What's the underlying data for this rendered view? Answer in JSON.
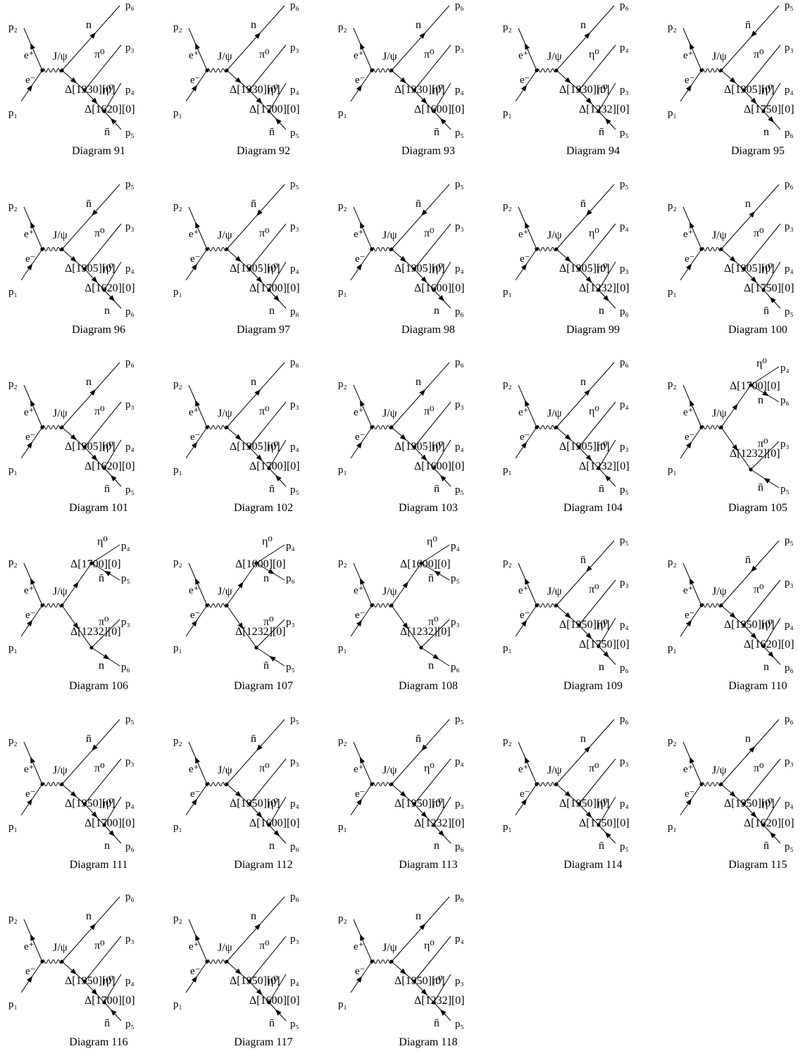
{
  "labels": {
    "p1": "p₁",
    "p2": "p₂",
    "em": "e⁻",
    "ep": "e⁺",
    "jpsi": "J/ψ",
    "caption_prefix": "Diagram"
  },
  "particles": {
    "n": "n",
    "nbar": "n̄",
    "pi0": "π⁰",
    "eta0": "η⁰",
    "p3": "p₃",
    "p4": "p₄",
    "p5": "p₅",
    "p6": "p₆"
  },
  "diagrams": [
    {
      "number": "91",
      "type": "chain",
      "top": [
        "n",
        "p6"
      ],
      "mes1": [
        "π⁰",
        "p3"
      ],
      "D1": "Δ[1930][0]",
      "mes2": [
        "η⁰",
        "p4"
      ],
      "D2": "Δ[1620][0]",
      "bot": [
        "n̄",
        "p5"
      ],
      "top_dir": "out",
      "bot_dir": "in"
    },
    {
      "number": "92",
      "type": "chain",
      "top": [
        "n",
        "p6"
      ],
      "mes1": [
        "π⁰",
        "p3"
      ],
      "D1": "Δ[1930][0]",
      "mes2": [
        "η⁰",
        "p4"
      ],
      "D2": "Δ[1700][0]",
      "bot": [
        "n̄",
        "p5"
      ],
      "top_dir": "out",
      "bot_dir": "in"
    },
    {
      "number": "93",
      "type": "chain",
      "top": [
        "n",
        "p6"
      ],
      "mes1": [
        "π⁰",
        "p3"
      ],
      "D1": "Δ[1930][0]",
      "mes2": [
        "η⁰",
        "p4"
      ],
      "D2": "Δ[1600][0]",
      "bot": [
        "n̄",
        "p5"
      ],
      "top_dir": "out",
      "bot_dir": "in"
    },
    {
      "number": "94",
      "type": "chain",
      "top": [
        "n",
        "p6"
      ],
      "mes1": [
        "η⁰",
        "p4"
      ],
      "D1": "Δ[1930][0]",
      "mes2": [
        "π⁰",
        "p3"
      ],
      "D2": "Δ[1232][0]",
      "bot": [
        "n̄",
        "p5"
      ],
      "top_dir": "out",
      "bot_dir": "in"
    },
    {
      "number": "95",
      "type": "chain",
      "top": [
        "n̄",
        "p5"
      ],
      "mes1": [
        "π⁰",
        "p3"
      ],
      "D1": "Δ[1905][0]",
      "mes2": [
        "η⁰",
        "p4"
      ],
      "D2": "Δ[1750][0]",
      "bot": [
        "n",
        "p6"
      ],
      "top_dir": "in",
      "bot_dir": "out"
    },
    {
      "number": "96",
      "type": "chain",
      "top": [
        "n̄",
        "p5"
      ],
      "mes1": [
        "π⁰",
        "p3"
      ],
      "D1": "Δ[1905][0]",
      "mes2": [
        "η⁰",
        "p4"
      ],
      "D2": "Δ[1620][0]",
      "bot": [
        "n",
        "p6"
      ],
      "top_dir": "in",
      "bot_dir": "out"
    },
    {
      "number": "97",
      "type": "chain",
      "top": [
        "n̄",
        "p5"
      ],
      "mes1": [
        "π⁰",
        "p3"
      ],
      "D1": "Δ[1905][0]",
      "mes2": [
        "η⁰",
        "p4"
      ],
      "D2": "Δ[1700][0]",
      "bot": [
        "n",
        "p6"
      ],
      "top_dir": "in",
      "bot_dir": "out"
    },
    {
      "number": "98",
      "type": "chain",
      "top": [
        "n̄",
        "p5"
      ],
      "mes1": [
        "π⁰",
        "p3"
      ],
      "D1": "Δ[1905][0]",
      "mes2": [
        "η⁰",
        "p4"
      ],
      "D2": "Δ[1600][0]",
      "bot": [
        "n",
        "p6"
      ],
      "top_dir": "in",
      "bot_dir": "out"
    },
    {
      "number": "99",
      "type": "chain",
      "top": [
        "n̄",
        "p5"
      ],
      "mes1": [
        "η⁰",
        "p4"
      ],
      "D1": "Δ[1905][0]",
      "mes2": [
        "π⁰",
        "p3"
      ],
      "D2": "Δ[1232][0]",
      "bot": [
        "n",
        "p6"
      ],
      "top_dir": "in",
      "bot_dir": "out"
    },
    {
      "number": "100",
      "type": "chain",
      "top": [
        "n",
        "p6"
      ],
      "mes1": [
        "π⁰",
        "p3"
      ],
      "D1": "Δ[1905][0]",
      "mes2": [
        "η⁰",
        "p4"
      ],
      "D2": "Δ[1750][0]",
      "bot": [
        "n̄",
        "p5"
      ],
      "top_dir": "out",
      "bot_dir": "in"
    },
    {
      "number": "101",
      "type": "chain",
      "top": [
        "n",
        "p6"
      ],
      "mes1": [
        "π⁰",
        "p3"
      ],
      "D1": "Δ[1905][0]",
      "mes2": [
        "η⁰",
        "p4"
      ],
      "D2": "Δ[1620][0]",
      "bot": [
        "n̄",
        "p5"
      ],
      "top_dir": "out",
      "bot_dir": "in"
    },
    {
      "number": "102",
      "type": "chain",
      "top": [
        "n",
        "p6"
      ],
      "mes1": [
        "π⁰",
        "p3"
      ],
      "D1": "Δ[1905][0]",
      "mes2": [
        "η⁰",
        "p4"
      ],
      "D2": "Δ[1700][0]",
      "bot": [
        "n̄",
        "p5"
      ],
      "top_dir": "out",
      "bot_dir": "in"
    },
    {
      "number": "103",
      "type": "chain",
      "top": [
        "n",
        "p6"
      ],
      "mes1": [
        "π⁰",
        "p3"
      ],
      "D1": "Δ[1905][0]",
      "mes2": [
        "η⁰",
        "p4"
      ],
      "D2": "Δ[1600][0]",
      "bot": [
        "n̄",
        "p5"
      ],
      "top_dir": "out",
      "bot_dir": "in"
    },
    {
      "number": "104",
      "type": "chain",
      "top": [
        "n",
        "p6"
      ],
      "mes1": [
        "η⁰",
        "p4"
      ],
      "D1": "Δ[1905][0]",
      "mes2": [
        "π⁰",
        "p3"
      ],
      "D2": "Δ[1232][0]",
      "bot": [
        "n̄",
        "p5"
      ],
      "top_dir": "out",
      "bot_dir": "in"
    },
    {
      "number": "105",
      "type": "split",
      "upMes": [
        "η⁰",
        "p4"
      ],
      "D1": "Δ[1700][0]",
      "upBar": [
        "n",
        "p6"
      ],
      "upBar_dir": "out",
      "loMes": [
        "π⁰",
        "p3"
      ],
      "D2": "Δ[1232][0]",
      "loBar": [
        "n̄",
        "p5"
      ],
      "loBar_dir": "in"
    },
    {
      "number": "106",
      "type": "split",
      "upMes": [
        "η⁰",
        "p4"
      ],
      "D1": "Δ[1700][0]",
      "upBar": [
        "n̄",
        "p5"
      ],
      "upBar_dir": "in",
      "loMes": [
        "π⁰",
        "p3"
      ],
      "D2": "Δ[1232][0]",
      "loBar": [
        "n",
        "p6"
      ],
      "loBar_dir": "out"
    },
    {
      "number": "107",
      "type": "split",
      "upMes": [
        "η⁰",
        "p4"
      ],
      "D1": "Δ[1600][0]",
      "upBar": [
        "n",
        "p6"
      ],
      "upBar_dir": "out",
      "loMes": [
        "π⁰",
        "p3"
      ],
      "D2": "Δ[1232][0]",
      "loBar": [
        "n̄",
        "p5"
      ],
      "loBar_dir": "in"
    },
    {
      "number": "108",
      "type": "split",
      "upMes": [
        "η⁰",
        "p4"
      ],
      "D1": "Δ[1600][0]",
      "upBar": [
        "n̄",
        "p5"
      ],
      "upBar_dir": "in",
      "loMes": [
        "π⁰",
        "p3"
      ],
      "D2": "Δ[1232][0]",
      "loBar": [
        "n",
        "p6"
      ],
      "loBar_dir": "out"
    },
    {
      "number": "109",
      "type": "chain",
      "top": [
        "n̄",
        "p5"
      ],
      "mes1": [
        "π⁰",
        "p3"
      ],
      "D1": "Δ[1950][0]",
      "mes2": [
        "η⁰",
        "p4"
      ],
      "D2": "Δ[1750][0]",
      "bot": [
        "n",
        "p6"
      ],
      "top_dir": "in",
      "bot_dir": "out"
    },
    {
      "number": "110",
      "type": "chain",
      "top": [
        "n̄",
        "p5"
      ],
      "mes1": [
        "π⁰",
        "p3"
      ],
      "D1": "Δ[1950][0]",
      "mes2": [
        "η⁰",
        "p4"
      ],
      "D2": "Δ[1620][0]",
      "bot": [
        "n",
        "p6"
      ],
      "top_dir": "in",
      "bot_dir": "out"
    },
    {
      "number": "111",
      "type": "chain",
      "top": [
        "n̄",
        "p5"
      ],
      "mes1": [
        "π⁰",
        "p3"
      ],
      "D1": "Δ[1950][0]",
      "mes2": [
        "η⁰",
        "p4"
      ],
      "D2": "Δ[1700][0]",
      "bot": [
        "n",
        "p6"
      ],
      "top_dir": "in",
      "bot_dir": "out"
    },
    {
      "number": "112",
      "type": "chain",
      "top": [
        "n̄",
        "p5"
      ],
      "mes1": [
        "π⁰",
        "p3"
      ],
      "D1": "Δ[1950][0]",
      "mes2": [
        "η⁰",
        "p4"
      ],
      "D2": "Δ[1600][0]",
      "bot": [
        "n",
        "p6"
      ],
      "top_dir": "in",
      "bot_dir": "out"
    },
    {
      "number": "113",
      "type": "chain",
      "top": [
        "n̄",
        "p5"
      ],
      "mes1": [
        "η⁰",
        "p4"
      ],
      "D1": "Δ[1950][0]",
      "mes2": [
        "π⁰",
        "p3"
      ],
      "D2": "Δ[1232][0]",
      "bot": [
        "n",
        "p6"
      ],
      "top_dir": "in",
      "bot_dir": "out"
    },
    {
      "number": "114",
      "type": "chain",
      "top": [
        "n",
        "p6"
      ],
      "mes1": [
        "π⁰",
        "p3"
      ],
      "D1": "Δ[1950][0]",
      "mes2": [
        "η⁰",
        "p4"
      ],
      "D2": "Δ[1750][0]",
      "bot": [
        "n̄",
        "p5"
      ],
      "top_dir": "out",
      "bot_dir": "in"
    },
    {
      "number": "115",
      "type": "chain",
      "top": [
        "n",
        "p6"
      ],
      "mes1": [
        "π⁰",
        "p3"
      ],
      "D1": "Δ[1950][0]",
      "mes2": [
        "η⁰",
        "p4"
      ],
      "D2": "Δ[1620][0]",
      "bot": [
        "n̄",
        "p5"
      ],
      "top_dir": "out",
      "bot_dir": "in"
    },
    {
      "number": "116",
      "type": "chain",
      "top": [
        "n",
        "p6"
      ],
      "mes1": [
        "π⁰",
        "p3"
      ],
      "D1": "Δ[1950][0]",
      "mes2": [
        "η⁰",
        "p4"
      ],
      "D2": "Δ[1700][0]",
      "bot": [
        "n̄",
        "p5"
      ],
      "top_dir": "out",
      "bot_dir": "in"
    },
    {
      "number": "117",
      "type": "chain",
      "top": [
        "n",
        "p6"
      ],
      "mes1": [
        "π⁰",
        "p3"
      ],
      "D1": "Δ[1950][0]",
      "mes2": [
        "η⁰",
        "p4"
      ],
      "D2": "Δ[1600][0]",
      "bot": [
        "n̄",
        "p5"
      ],
      "top_dir": "out",
      "bot_dir": "in"
    },
    {
      "number": "118",
      "type": "chain",
      "top": [
        "n",
        "p6"
      ],
      "mes1": [
        "η⁰",
        "p4"
      ],
      "D1": "Δ[1950][0]",
      "mes2": [
        "π⁰",
        "p3"
      ],
      "D2": "Δ[1232][0]",
      "bot": [
        "n̄",
        "p5"
      ],
      "top_dir": "out",
      "bot_dir": "in"
    }
  ]
}
